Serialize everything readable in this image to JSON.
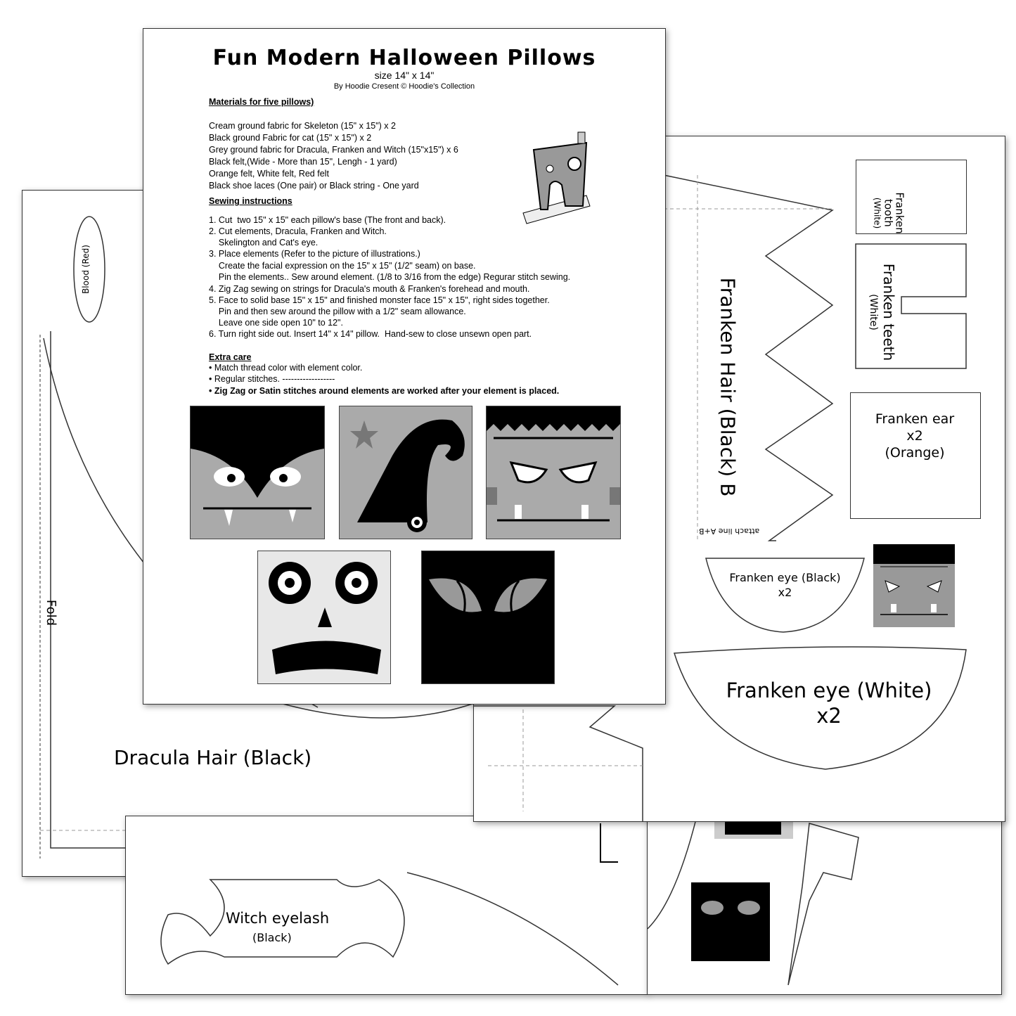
{
  "pattern": {
    "title": "Fun Modern Halloween Pillows",
    "size": "size 14\" x 14\"",
    "byline": "By Hoodie Cresent © Hoodie's Collection",
    "materials_heading": "Materials for five pillows)",
    "materials": [
      "Cream ground fabric for Skeleton (15\" x 15\") x 2",
      "Black ground  Fabric for cat (15\" x 15\") x 2",
      "Grey ground fabric for Dracula, Franken and Witch (15\"x15\") x 6",
      "Black felt,(Wide - More than 15\",  Lengh - 1 yard)",
      "Orange felt, White felt, Red felt",
      "Black shoe laces (One pair) or Black string - One yard"
    ],
    "sewing_heading": "Sewing instructions",
    "sewing": [
      "1. Cut  two 15\" x 15\" each pillow's base (The front and back).",
      "2. Cut elements, Dracula, Franken and Witch.",
      "    Skelington and Cat's eye.",
      "3. Place elements (Refer to the picture of illustrations.)",
      "    Create the facial expression on the 15\" x 15\" (1/2\" seam) on base.",
      "    Pin the elements.. Sew around element. (1/8 to 3/16 from the edge) Regurar stitch sewing.",
      "4. Zig Zag sewing on strings for Dracula's mouth & Franken's forehead and mouth.",
      "5. Face to solid base 15\" x 15\" and finished monster face 15\" x 15\", right sides together.",
      "    Pin and then sew around the pillow with a 1/2\" seam allowance.",
      "    Leave one side open 10\" to 12\".",
      "6. Turn right side out. Insert 14\" x 14\" pillow.  Hand-sew to close unsewn open part."
    ],
    "care_heading": "Extra care",
    "care": [
      "• Match thread color with element color.",
      "• Regular stitches. ------------------",
      "• Zig Zag or Satin stitches around elements are worked after your element is placed."
    ]
  },
  "left_sheet": {
    "blood": "Blood (Red)",
    "fold": "Fold",
    "dracula_hair": "Dracula Hair (Black)"
  },
  "right_sheet": {
    "hair": "Franken Hair (Black) B",
    "attach": "attach line A+B",
    "tooth": [
      "Franken",
      "tooth",
      "(White)"
    ],
    "teeth": [
      "Franken teeth",
      "(White)"
    ],
    "ear": [
      "Franken ear",
      "x2",
      "(Orange)"
    ],
    "eye_black": [
      "Franken eye (Black)",
      "x2"
    ],
    "eye_white": [
      "Franken eye (White)",
      "x2"
    ]
  },
  "bottom_sheet": {
    "eyelash": "Witch eyelash",
    "eyelash_color": "(Black)"
  }
}
